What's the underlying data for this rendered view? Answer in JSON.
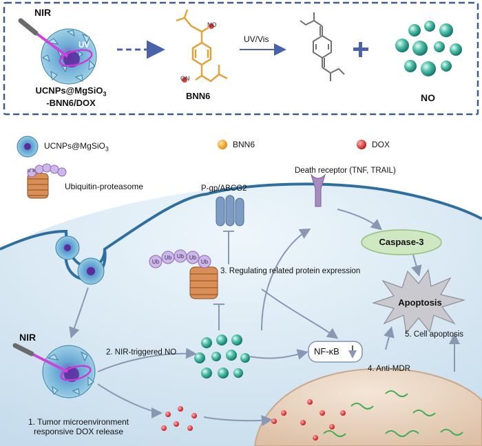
{
  "top_panel": {
    "nir": "NIR",
    "uv": "UV",
    "nanoparticle_line1": "UCNPs@MgSiO",
    "nanoparticle_sub": "3",
    "nanoparticle_line2": "-BNN6/DOX",
    "molecule_name": "BNN6",
    "no_group_top": "NO",
    "no_group_bottom": "ON",
    "reaction_condition": "UV/Vis",
    "plus": "+",
    "product": "NO"
  },
  "legend": {
    "ucnps": "UCNPs@MgSiO",
    "ucnps_sub": "3",
    "bnn6": "BNN6",
    "dox": "DOX",
    "ubiquitin": "Ubiquitin-proteasome",
    "ub": "Ub"
  },
  "cell": {
    "death_receptor": "Death receptor (TNF, TRAIL)",
    "pgp": "P-gp/ABCG2",
    "caspase": "Caspase-3",
    "regulating": "3. Regulating related protein expression",
    "apoptosis": "Apoptosis",
    "cell_apoptosis": "5. Cell apoptosis",
    "nfkb": "NF-κB",
    "nir": "NIR",
    "nir_triggered": "2. NIR-triggered NO",
    "anti_mdr": "4. Anti-MDR",
    "tumor_line1": "1. Tumor microenvironment",
    "tumor_line2": "responsive DOX release"
  },
  "colors": {
    "frame": "#3e5a8f",
    "cell_fill": "#d6e8f3",
    "membrane": "#2f6fa0",
    "nucleus": "#ead7c5",
    "no_sphere": "#2a9d8f",
    "dox": "#e02020",
    "bnn6": "#f2a01d",
    "caspase_fill": "#cfe8c2",
    "arrow": "#8a97b3"
  }
}
